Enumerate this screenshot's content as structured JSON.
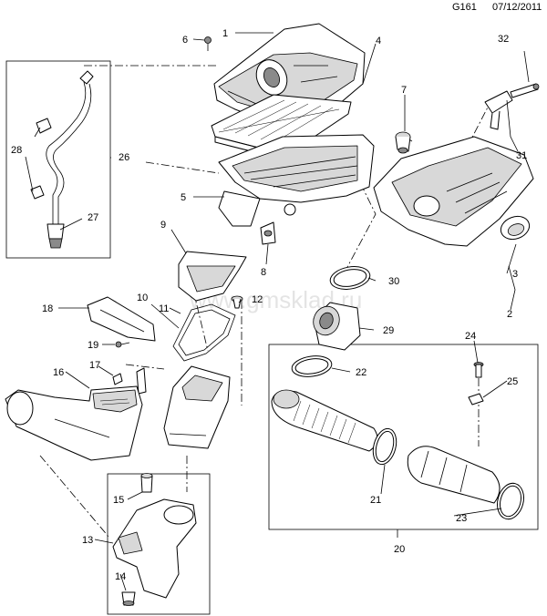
{
  "header": {
    "code": "G161",
    "date": "07/12/2011"
  },
  "watermark": "www.gmsklad.ru",
  "callouts": [
    "1",
    "2",
    "3",
    "4",
    "5",
    "6",
    "7",
    "8",
    "9",
    "10",
    "11",
    "12",
    "13",
    "14",
    "15",
    "16",
    "17",
    "18",
    "19",
    "20",
    "21",
    "22",
    "23",
    "24",
    "25",
    "26",
    "27",
    "28",
    "29",
    "30",
    "31",
    "32"
  ]
}
